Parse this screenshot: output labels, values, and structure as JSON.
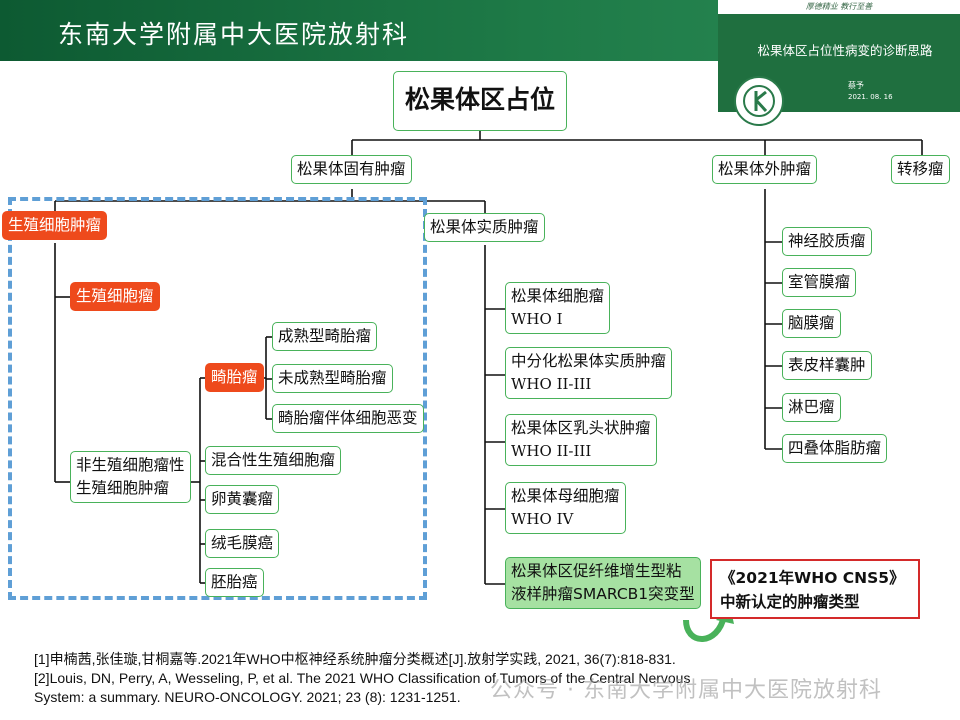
{
  "header": {
    "title": "东南大学附属中大医院放射科"
  },
  "thumbnail": {
    "motto": "厚德精业  教行至善",
    "title": "松果体区占位性病变的诊断思路",
    "author": "蔡予",
    "date": "2021. 08. 16"
  },
  "tree": {
    "root": "松果体区占位",
    "intrinsic": "松果体固有肿瘤",
    "extrinsic": "松果体外肿瘤",
    "metastasis": "转移瘤",
    "germ_cell": "生殖细胞肿瘤",
    "germinoma": "生殖细胞瘤",
    "nongerminoma_l1": "非生殖细胞瘤性",
    "nongerminoma_l2": "生殖细胞肿瘤",
    "teratoma": "畸胎瘤",
    "teratoma_items": [
      "成熟型畸胎瘤",
      "未成熟型畸胎瘤",
      "畸胎瘤伴体细胞恶变"
    ],
    "other_germ_items": [
      "混合性生殖细胞瘤",
      "卵黄囊瘤",
      "绒毛膜癌",
      "胚胎癌"
    ],
    "parenchymal": "松果体实质肿瘤",
    "parenchymal_items": [
      {
        "name": "松果体细胞瘤",
        "grade": "WHO I"
      },
      {
        "name": "中分化松果体实质肿瘤",
        "grade": "WHO II-III"
      },
      {
        "name": "松果体区乳头状肿瘤",
        "grade": "WHO II-III"
      },
      {
        "name": "松果体母细胞瘤",
        "grade": "WHO IV"
      }
    ],
    "new_type_l1": "松果体区促纤维增生型粘",
    "new_type_l2": "液样肿瘤SMARCB1突变型",
    "extrinsic_items": [
      "神经胶质瘤",
      "室管膜瘤",
      "脑膜瘤",
      "表皮样囊肿",
      "淋巴瘤",
      "四叠体脂肪瘤"
    ]
  },
  "callout": {
    "line1": "《2021年WHO CNS5》",
    "line2": "中新认定的肿瘤类型"
  },
  "references": [
    "[1]申楠茜,张佳璇,甘桐嘉等.2021年WHO中枢神经系统肿瘤分类概述[J].放射学实践, 2021, 36(7):818-831.",
    "[2]Louis, DN, Perry, A, Wesseling, P, et al. The 2021 WHO Classification of Tumors of the Central Nervous",
    "System: a summary. NEURO-ONCOLOGY. 2021; 23 (8): 1231-1251."
  ],
  "watermark": "公众号 · 东南大学附属中大医院放射科",
  "colors": {
    "header": "#1e7a47",
    "box_border": "#49b25a",
    "red": "#ee4a1c",
    "highlight": "#a6e1a2",
    "dashed": "#5f9fd6",
    "callout_border": "#d42a2a"
  }
}
